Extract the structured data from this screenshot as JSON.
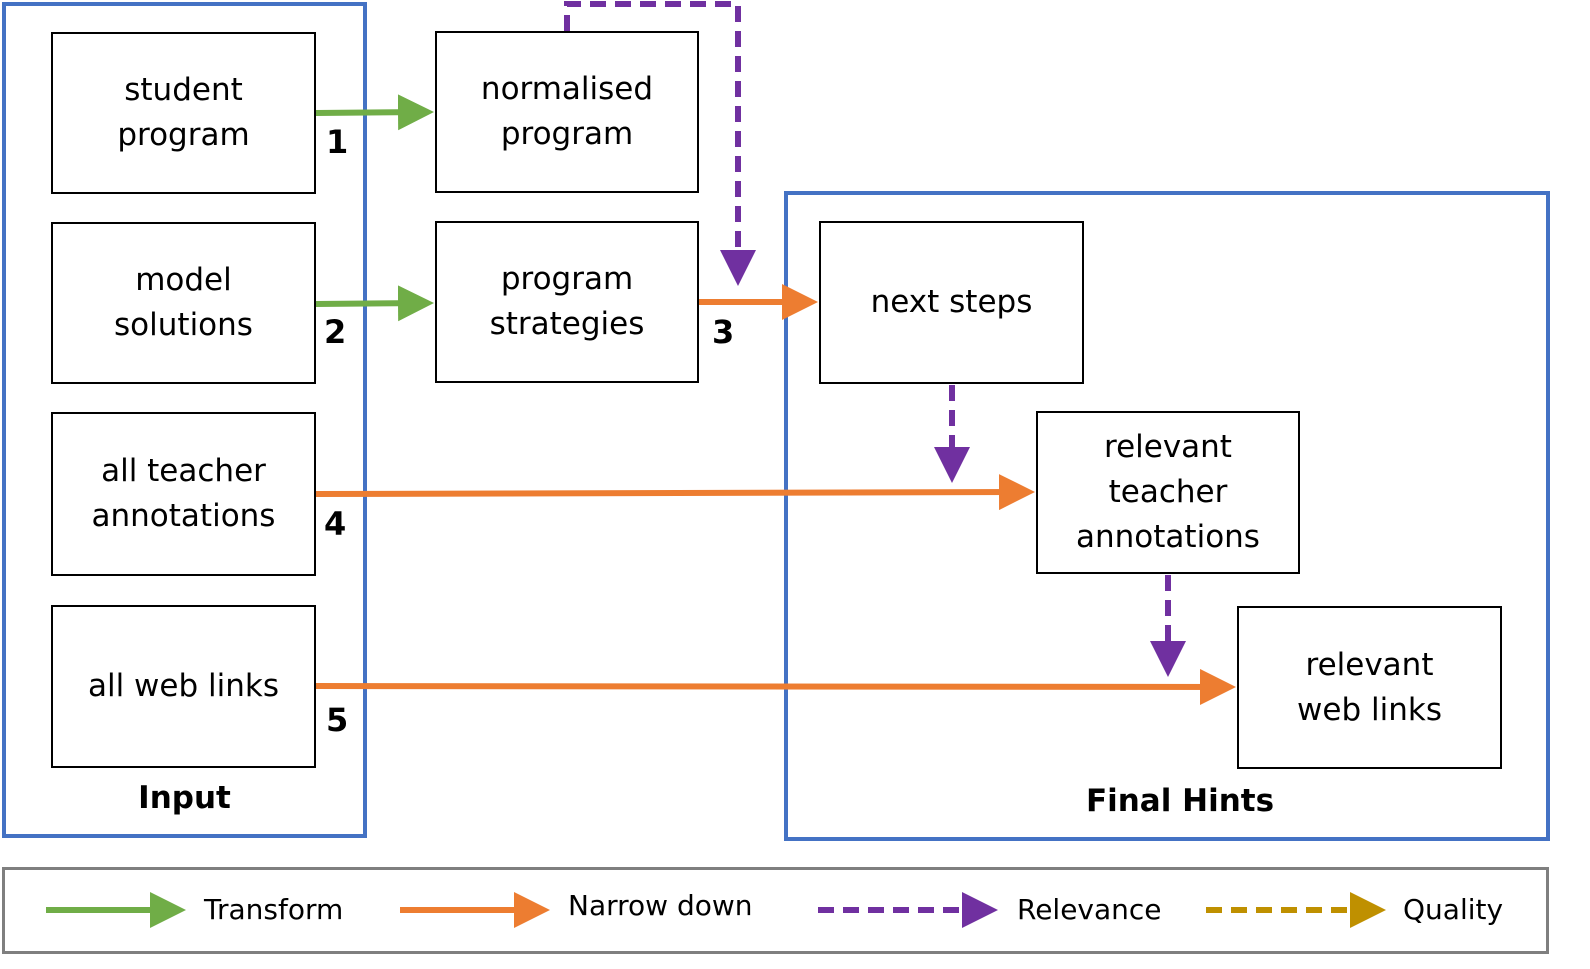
{
  "groups": {
    "input": "Input",
    "final_hints": "Final Hints"
  },
  "nodes": {
    "student_program": "student\nprogram",
    "model_solutions": "model\nsolutions",
    "all_teacher_annotations": "all teacher\nannotations",
    "all_web_links": "all web links",
    "normalised_program": "normalised\nprogram",
    "program_strategies": "program\nstrategies",
    "next_steps": "next steps",
    "relevant_teacher_annotations": "relevant\nteacher\nannotations",
    "relevant_web_links": "relevant\nweb links"
  },
  "steps": [
    "1",
    "2",
    "3",
    "4",
    "5"
  ],
  "legend": {
    "transform": "Transform",
    "narrow_down": "Narrow down",
    "relevance": "Relevance",
    "quality": "Quality"
  },
  "colors": {
    "group_border": "#4472C4",
    "transform": "#70AD47",
    "narrow_down": "#ED7D31",
    "relevance": "#7030A0",
    "quality": "#BF9000",
    "legend_border": "#7F7F7F"
  }
}
